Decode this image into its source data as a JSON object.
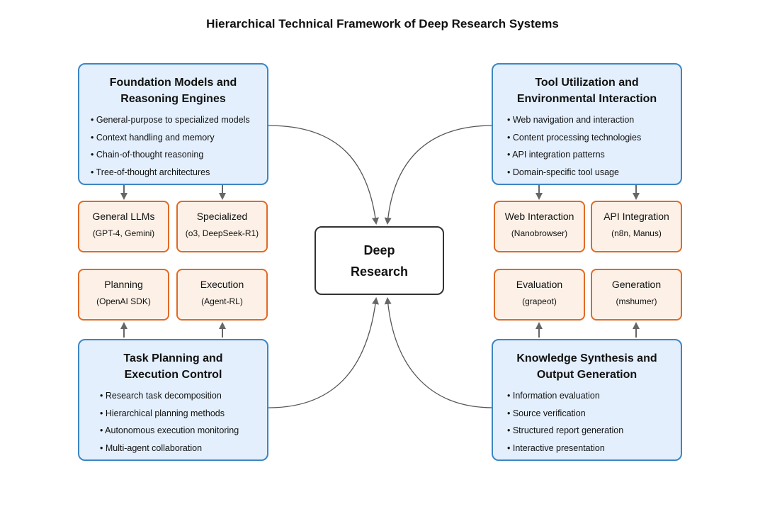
{
  "title": "Hierarchical Technical Framework of Deep Research Systems",
  "center": {
    "line1": "Deep",
    "line2": "Research"
  },
  "foundation": {
    "title_line1": "Foundation Models and",
    "title_line2": "Reasoning Engines",
    "bullets": [
      "• General-purpose to specialized models",
      "• Context handling and memory",
      "• Chain-of-thought reasoning",
      "• Tree-of-thought architectures"
    ]
  },
  "tool": {
    "title_line1": "Tool Utilization and",
    "title_line2": "Environmental Interaction",
    "bullets": [
      "• Web navigation and interaction",
      "• Content processing technologies",
      "• API integration patterns",
      "• Domain-specific tool usage"
    ]
  },
  "planning": {
    "title_line1": "Task Planning and",
    "title_line2": "Execution Control",
    "bullets": [
      "• Research task decomposition",
      "• Hierarchical planning methods",
      "• Autonomous execution monitoring",
      "• Multi-agent collaboration"
    ]
  },
  "synthesis": {
    "title_line1": "Knowledge Synthesis and",
    "title_line2": "Output Generation",
    "bullets": [
      "• Information evaluation",
      "• Source verification",
      "• Structured report generation",
      "• Interactive presentation"
    ]
  },
  "subs": {
    "general_llms": {
      "name": "General LLMs",
      "detail": "(GPT-4, Gemini)"
    },
    "specialized": {
      "name": "Specialized",
      "detail": "(o3, DeepSeek-R1)"
    },
    "planning": {
      "name": "Planning",
      "detail": "(OpenAI SDK)"
    },
    "execution": {
      "name": "Execution",
      "detail": "(Agent-RL)"
    },
    "web_interaction": {
      "name": "Web Interaction",
      "detail": "(Nanobrowser)"
    },
    "api_integration": {
      "name": "API Integration",
      "detail": "(n8n, Manus)"
    },
    "evaluation": {
      "name": "Evaluation",
      "detail": "(grapeot)"
    },
    "generation": {
      "name": "Generation",
      "detail": "(mshumer)"
    }
  },
  "colors": {
    "main_fill": "#e3effc",
    "main_border": "#3d86c4",
    "sub_fill": "#fdf1e7",
    "sub_border": "#e06a25",
    "arrow": "#666666"
  }
}
